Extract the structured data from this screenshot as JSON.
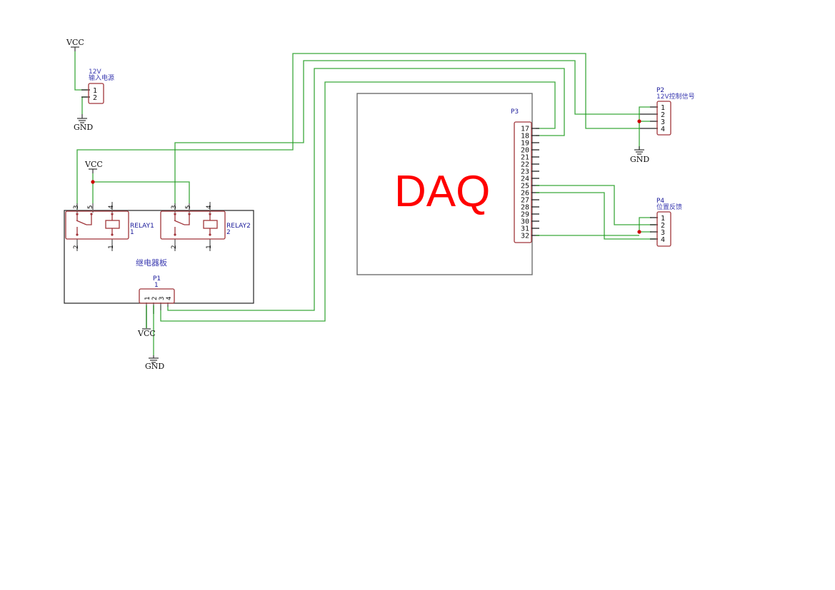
{
  "colors": {
    "wire": "#1a9a1a",
    "part": "#a0353a",
    "label": "#1a1a9a",
    "junction": "#cc0000",
    "daq_text": "#ff0000"
  },
  "power": {
    "vcc": "VCC",
    "gnd": "GND"
  },
  "j_power": {
    "ref": "12V",
    "value": "输入电源",
    "pins": [
      "1",
      "2"
    ]
  },
  "relay_board": {
    "title": "继电器板",
    "relays": [
      {
        "ref": "RELAY1",
        "value": "1",
        "pins": [
          "3",
          "5",
          "4",
          "2",
          "1"
        ]
      },
      {
        "ref": "RELAY2",
        "value": "2",
        "pins": [
          "3",
          "5",
          "4",
          "2",
          "1"
        ]
      }
    ],
    "connector": {
      "ref": "P1",
      "value": "1",
      "pins": [
        "1",
        "2",
        "3",
        "4"
      ]
    }
  },
  "daq": {
    "label": "DAQ",
    "connector": {
      "ref": "P3",
      "pins": [
        "17",
        "18",
        "19",
        "20",
        "21",
        "22",
        "23",
        "24",
        "25",
        "26",
        "27",
        "28",
        "29",
        "30",
        "31",
        "32"
      ]
    }
  },
  "p2": {
    "ref": "P2",
    "value": "12V控制信号",
    "pins": [
      "1",
      "2",
      "3",
      "4"
    ]
  },
  "p4": {
    "ref": "P4",
    "value": "位置反馈",
    "pins": [
      "1",
      "2",
      "3",
      "4"
    ]
  }
}
